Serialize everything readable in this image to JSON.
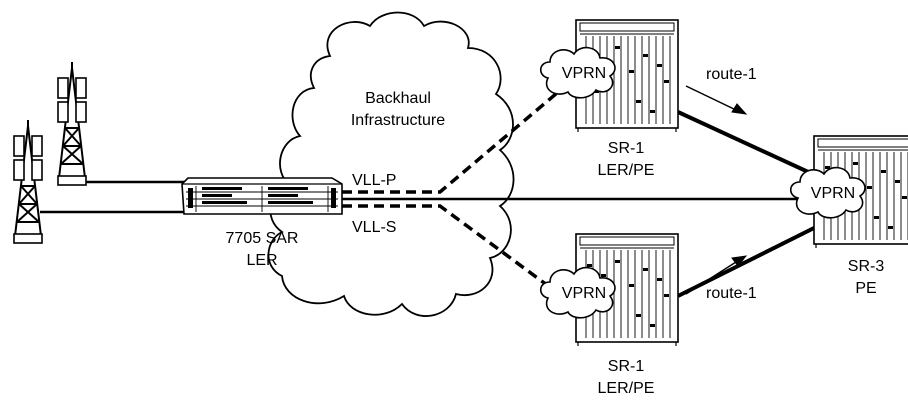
{
  "cloud": {
    "label_line1": "Backhaul",
    "label_line2": "Infrastructure"
  },
  "sar": {
    "name": "7705 SAR",
    "role": "LER"
  },
  "router_top": {
    "name": "SR-1",
    "role": "LER/PE",
    "service": "VPRN"
  },
  "router_bottom": {
    "name": "SR-1",
    "role": "LER/PE",
    "service": "VPRN"
  },
  "router_right": {
    "name": "SR-3",
    "role": "PE",
    "service": "VPRN"
  },
  "links": {
    "primary": "VLL-P",
    "secondary": "VLL-S"
  },
  "routes": {
    "top": "route-1",
    "bottom": "route-1"
  },
  "icons": [
    "cell-tower-icon",
    "cell-tower-icon",
    "cloud-icon",
    "router-chassis-icon",
    "arrow-icon"
  ],
  "colors": {
    "line": "#000000",
    "background": "#ffffff"
  }
}
